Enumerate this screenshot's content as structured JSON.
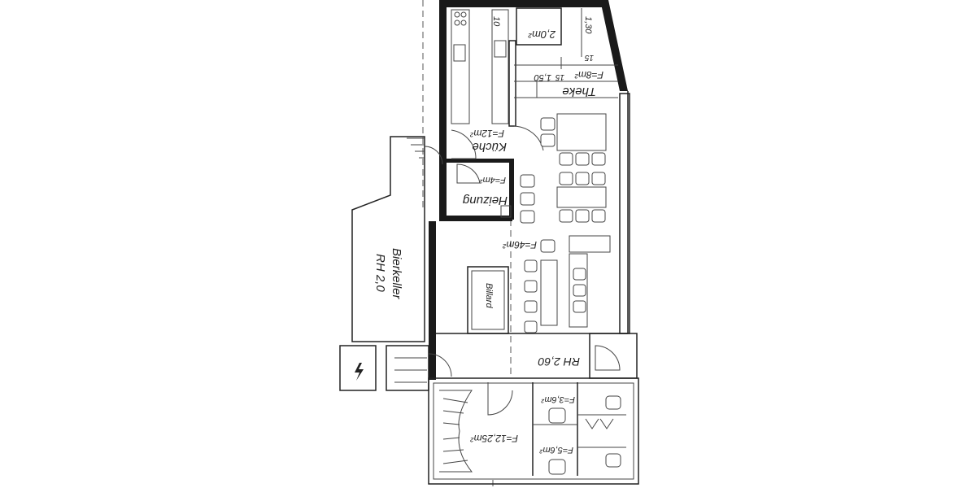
{
  "plan": {
    "rooms": {
      "kitchen": {
        "name": "Küche",
        "area": "F=12m²"
      },
      "heating": {
        "name": "Heizung",
        "area": "F=4m²"
      },
      "bar": {
        "name": "Theke",
        "area": "F=8m²"
      },
      "storage": {
        "area": "2,0m²"
      },
      "main": {
        "area": "F=46m²",
        "height": "RH 2,60"
      },
      "billiard": {
        "name": "Billard"
      },
      "cellar": {
        "name": "Bierkeller",
        "height": "RH 2,0"
      },
      "stair_hall": {
        "area": "F=12,25m²"
      },
      "wc1": {
        "area": "F=3,6m²"
      },
      "wc2": {
        "area": "F=5,6m²"
      }
    },
    "dimensions": {
      "d1": "10",
      "d2": "1,30",
      "d3": "15",
      "d4": "15",
      "d5": "1,50"
    },
    "symbols": {
      "electric": "lightning-icon"
    }
  }
}
